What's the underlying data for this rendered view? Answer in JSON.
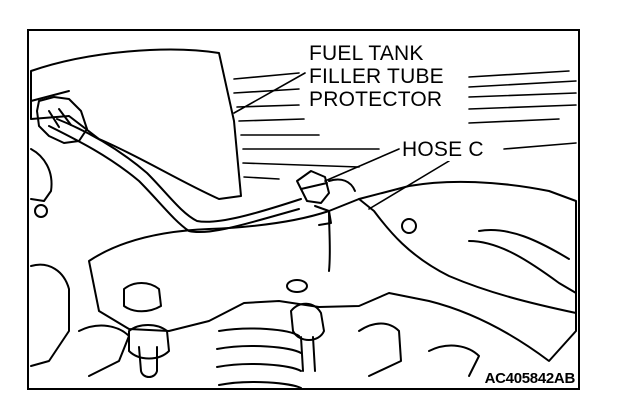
{
  "labels": {
    "fuel_tank_line1": "FUEL TANK",
    "fuel_tank_line2": "FILLER TUBE",
    "fuel_tank_line3": "PROTECTOR",
    "hose_c": "HOSE C"
  },
  "figure_code": "AC405842AB",
  "colors": {
    "ink": "#000000",
    "paper": "#ffffff"
  }
}
